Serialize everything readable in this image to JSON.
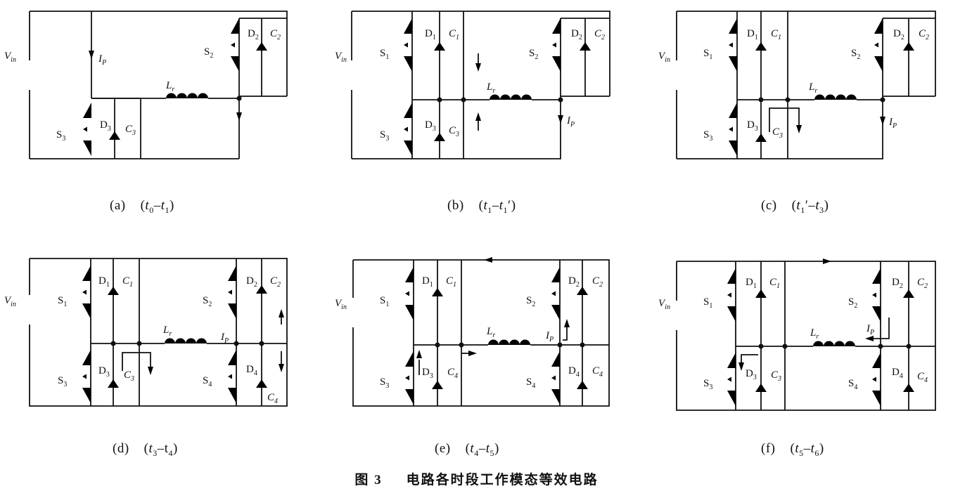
{
  "figure": {
    "number": "图 3",
    "title": "电路各时段工作模态等效电路"
  },
  "labels": {
    "vin": "V",
    "vin_sub": "in",
    "lr": "L",
    "lr_sub": "r",
    "ip": "I",
    "ip_sub": "P",
    "s1": "S",
    "s1_sub": "1",
    "s2": "S",
    "s2_sub": "2",
    "s3": "S",
    "s3_sub": "3",
    "s4": "S",
    "s4_sub": "4",
    "d1": "D",
    "d1_sub": "1",
    "d2": "D",
    "d2_sub": "2",
    "d3": "D",
    "d3_sub": "3",
    "d4": "D",
    "d4_sub": "4",
    "c1": "C",
    "c1_sub": "1",
    "c2": "C",
    "c2_sub": "2",
    "c3": "C",
    "c3_sub": "3",
    "c4": "C",
    "c4_sub": "4"
  },
  "panels": [
    {
      "id": "a",
      "letter": "(a)",
      "t_start": "t",
      "t_start_sub": "0",
      "dash": "–",
      "t_end": "t",
      "t_end_sub": "1",
      "prime": ""
    },
    {
      "id": "b",
      "letter": "(b)",
      "t_start": "t",
      "t_start_sub": "1",
      "dash": "–",
      "t_end": "t",
      "t_end_sub": "1",
      "prime": "′"
    },
    {
      "id": "c",
      "letter": "(c)",
      "t_start": "t",
      "t_start_sub": "1",
      "start_prime": "′",
      "dash": "–",
      "t_end": "t",
      "t_end_sub": "3",
      "prime": ""
    },
    {
      "id": "d",
      "letter": "(d)",
      "t_start": "t",
      "t_start_sub": "3",
      "dash": "–",
      "t_end": "t",
      "t_end_sub": "4",
      "prime": ""
    },
    {
      "id": "e",
      "letter": "(e)",
      "t_start": "t",
      "t_start_sub": "4",
      "dash": "–",
      "t_end": "t",
      "t_end_sub": "5",
      "prime": ""
    },
    {
      "id": "f",
      "letter": "(f)",
      "t_start": "t",
      "t_start_sub": "5",
      "dash": "–",
      "t_end": "t",
      "t_end_sub": "6",
      "prime": ""
    }
  ]
}
